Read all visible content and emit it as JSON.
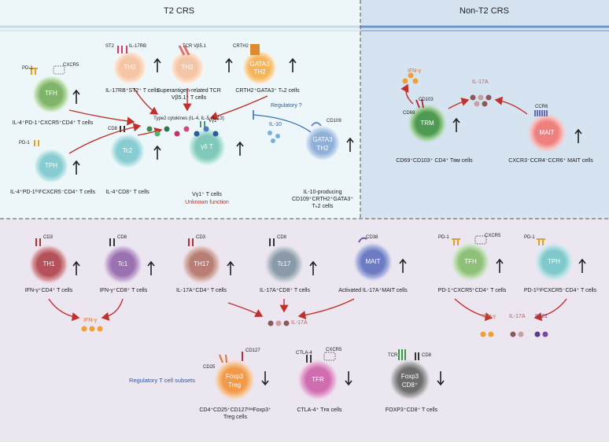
{
  "panels": {
    "t2_title": "T2 CRS",
    "nont2_title": "Non-T2 CRS"
  },
  "t2": {
    "tfh_label": "IL-4⁺PD-1⁺CXCR5⁺CD4⁺ T cells",
    "th2_label": "IL-17RB⁺ST2⁺ T cells",
    "superantigen_label_1": "Superantigen-related TCR",
    "superantigen_label_2": "Vβ5.1⁺ T cells",
    "crth2_label": "CRTH2⁺GATA3⁺ Tₕ2 cells",
    "tph_label": "IL-4⁺PD-1ʰⁱᵍʰCXCR5⁻CD4⁺ T cells",
    "tc2_label": "IL-4⁺CD8⁺ T cells",
    "gd_label": "Vγ1⁺ T cells",
    "unknown_function": "Unknown function",
    "il10_label_1": "IL-10-producing",
    "il10_label_2": "CD109⁺CRTH2⁺GATA3⁺",
    "il10_label_3": "Tₕ2 cells",
    "cytokines": "Type2 cytokines (IL-4, IL-5, IL-13)",
    "regulatory_q": "Regulatory ?",
    "il10": "IL-10",
    "markers": {
      "pd1_a": "PD-1",
      "cxcr5_a": "CXCR5",
      "st2": "ST2",
      "il17rb": "IL-17RB",
      "tcr": "TCR Vβ5.1",
      "crth2": "CRTH2",
      "pd1_b": "PD-1",
      "cd8": "CD8",
      "vg1": "Vγ1",
      "cd109": "CD109"
    },
    "cells": {
      "tfh": "TFH",
      "th2a": "TH2",
      "th2b": "TH2",
      "gata3": "GATA3",
      "gata3_sub": "TH2",
      "tph": "TPH",
      "tc2": "Tc2",
      "gd": "γδ T",
      "gata3b": "GATA3",
      "gata3b_sub": "TH2"
    }
  },
  "nont2": {
    "ifng": "IFN-γ",
    "cd103": "CD103",
    "cd69": "CD69",
    "il17a": "IL-17A",
    "ccr6": "CCR6",
    "trm": "TRM",
    "mait": "MAIT",
    "trm_label": "CD69⁺CD103⁺ CD4⁺ Tʀᴍ cells",
    "mait_label": "CXCR3⁻CCR4⁻CCR6⁺ MAIT cells"
  },
  "bottom": {
    "markers": {
      "cd3_a": "CD3",
      "cd8_a": "CD8",
      "cd3_b": "CD3",
      "cd8_b": "CD8",
      "cd38": "CD38",
      "pd1_a": "PD-1",
      "cxcr5": "CXCR5",
      "pd1_b": "PD-1",
      "cd127": "CD127",
      "cd25": "CD25",
      "ctla4": "CTLA-4",
      "cxcr5_b": "CXCR5",
      "tcr": "TCR",
      "cd8_c": "CD8"
    },
    "cells": {
      "th1": "TH1",
      "tc1": "Tc1",
      "th17": "TH17",
      "tc17": "Tc17",
      "mait": "MAIT",
      "tfh": "TFH",
      "tph": "TPH",
      "foxp3_1": "Foxp3",
      "foxp3_2": "Treg",
      "tfr": "TFR",
      "foxp3c_1": "Foxp3",
      "foxp3c_2": "CD8⁺"
    },
    "labels": {
      "th1": "IFN-γ⁺CD4⁺ T cells",
      "tc1": "IFN-γ⁺CD8⁺ T cells",
      "th17": "IL-17A⁺CD4⁺ T cells",
      "tc17": "IL-17A⁺CD8⁺ T cells",
      "mait": "Activated IL-17A⁺MAIT cells",
      "tfh": "PD-1⁺CXCR5⁺CD4⁺ T cells",
      "tph": "PD-1ʰⁱᵍʰCXCR5⁻CD4⁺ T cells",
      "treg_1": "CD4⁺CD25⁺CD127ˡᵒʷFoxp3⁺",
      "treg_2": "Treg cells",
      "tfr": "CTLA-4⁺ Tꜰʀ cells",
      "cd8treg": "FOXP3⁺CD8⁺ T cells",
      "regulatory_subsets": "Regulatory T cell subsets"
    },
    "cytokines": {
      "ifng_left": "IFN-γ",
      "il17a_mid": "IL-17A",
      "ifng_right": "IFN-γ",
      "il17a_right": "IL-17A",
      "il21": "IL-21"
    }
  },
  "colors": {
    "t2_bg": "#edf7fa",
    "nont2_bg": "#d6e3f0",
    "bottom_bg": "#ece6f1",
    "arrow_red": "#c0302c",
    "tfh_green": "#8fc07a",
    "th2_orange": "#f1b383",
    "gata3_orange": "#f5b45a",
    "teal": "#7fc9cc",
    "gd_teal": "#8ad0c2",
    "gata3_blue": "#8aaed6",
    "trm_green": "#5da05a",
    "mait_red": "#ef7c7c",
    "th1_red": "#b4515a",
    "tc1_purple": "#9a72b0",
    "th17_brown": "#b87e76",
    "tc17_slate": "#8a9aa8",
    "mait_blue": "#6d7cc2",
    "treg_orange": "#f09a4a",
    "tfr_pink": "#d06cb0",
    "cd8treg_gray": "#6d6d6d"
  }
}
